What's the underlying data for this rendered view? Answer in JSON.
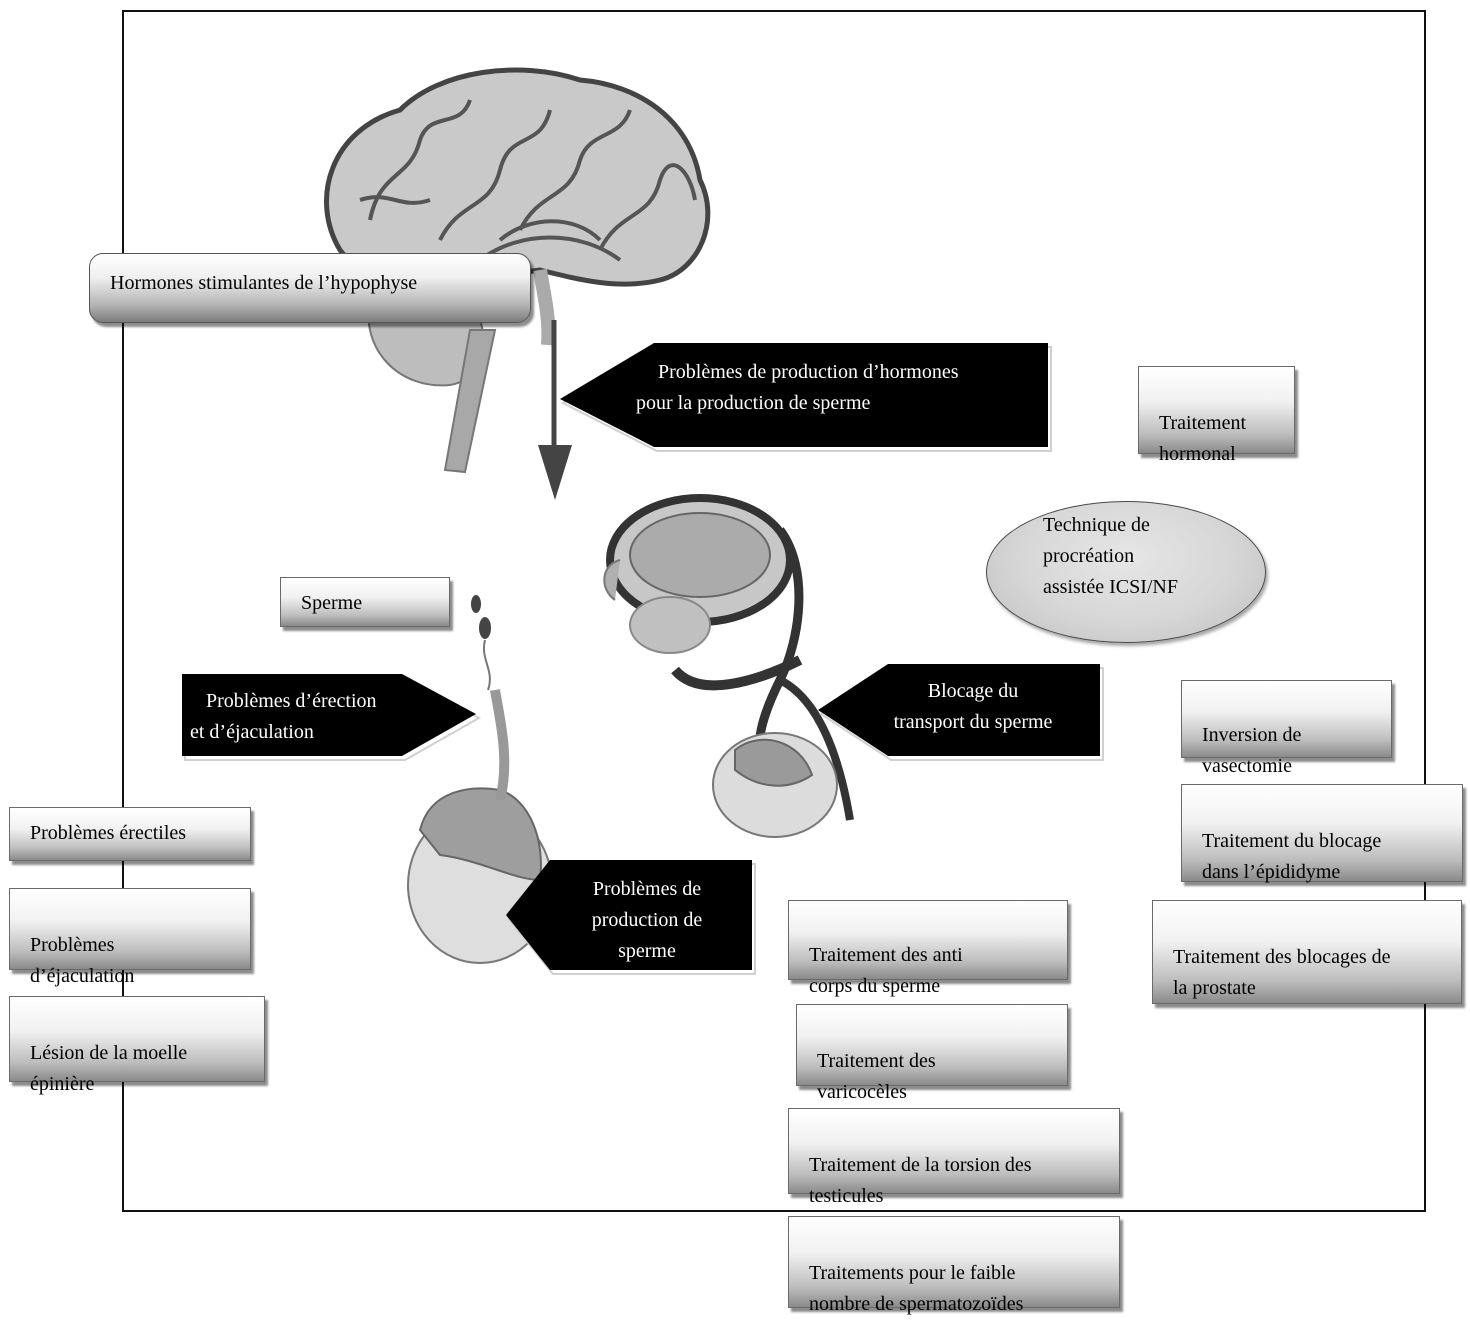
{
  "labels": {
    "hormones_hypophyse": "Hormones stimulantes de l’hypophyse",
    "sperme": "Sperme",
    "traitement_hormonal": "Traitement\nhormonal",
    "technique_procreation": "Technique de\nprocréation\nassistée ICSI/NF",
    "inversion_vasectomie": "Inversion de\nvasectomie",
    "traitement_blocage_epididyme": "Traitement du blocage\ndans l’épididyme",
    "traitement_blocages_prostate": "Traitement des blocages de\nla prostate",
    "traitement_anticorps": "Traitement des anti\ncorps du sperme",
    "traitement_varicoceles": "Traitement des\nvaricocèles",
    "traitement_torsion": "Traitement de la torsion des\ntesticules",
    "traitements_faible_nombre": "Traitements pour le faible\nnombre de spermatozoïdes",
    "problemes_erectiles": "Problèmes érectiles",
    "problemes_ejaculation": "Problèmes\nd’éjaculation",
    "lesion_moelle": "Lésion de la moelle\népinière"
  },
  "callouts": {
    "production_hormones": "Problèmes de production d’hormones\npour la production de sperme",
    "erection_ejaculation": "Problèmes d’érection\net d’éjaculation",
    "blocage_transport": "Blocage du\ntransport du sperme",
    "production_sperme": "Problèmes de\nproduction de\nsperme"
  },
  "colors": {
    "callout_fill": "#000000",
    "box_gradient_bottom": "#8a8a8a",
    "ellipse_fill": "#d6d6d6"
  }
}
